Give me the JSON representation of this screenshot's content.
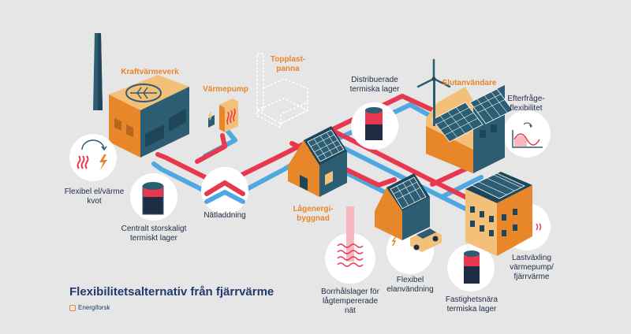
{
  "title": "Flexibilitetsalternativ från fjärrvärme",
  "brand": "Energiforsk",
  "colors": {
    "supply": "#e8384f",
    "return": "#4fa8e0",
    "accent": "#e8862a",
    "text": "#1f2d44",
    "background": "#e6e6e6"
  },
  "labels": {
    "kraftvarmeverk": "Kraftvärmeverk",
    "varmepump": "Värmepump",
    "topplastpanna": "Topplast-\npanna",
    "distribuerade_lager": "Distribuerade\ntermiska lager",
    "slutanvandare": "Slutanvändare",
    "efterfrageflexibilitet": "Efterfråge-\nflexibilitet",
    "flexibel_kvot": "Flexibel el/värme\nkvot",
    "centralt_lager": "Centralt storskaligt\ntermiskt lager",
    "natladdning": "Nätladdning",
    "lagenergibyggnad": "Lågenergi-\nbyggnad",
    "borrhalslager": "Borrhålslager för\nlågtempererade\nnät",
    "flexibel_elanvandning": "Flexibel\nelanvändning",
    "fastighetsnara_lager": "Fastighetsnära\ntermiska lager",
    "lastvaxling": "Lastväxling\nvärmepump/\nfjärrvärme"
  },
  "icons": [
    "leaf-icon",
    "heat-waves-icon",
    "lightning-icon",
    "wind-turbine-icon",
    "solar-panel-icon",
    "thermal-storage-icon",
    "electric-car-icon",
    "wave-graph-icon"
  ]
}
